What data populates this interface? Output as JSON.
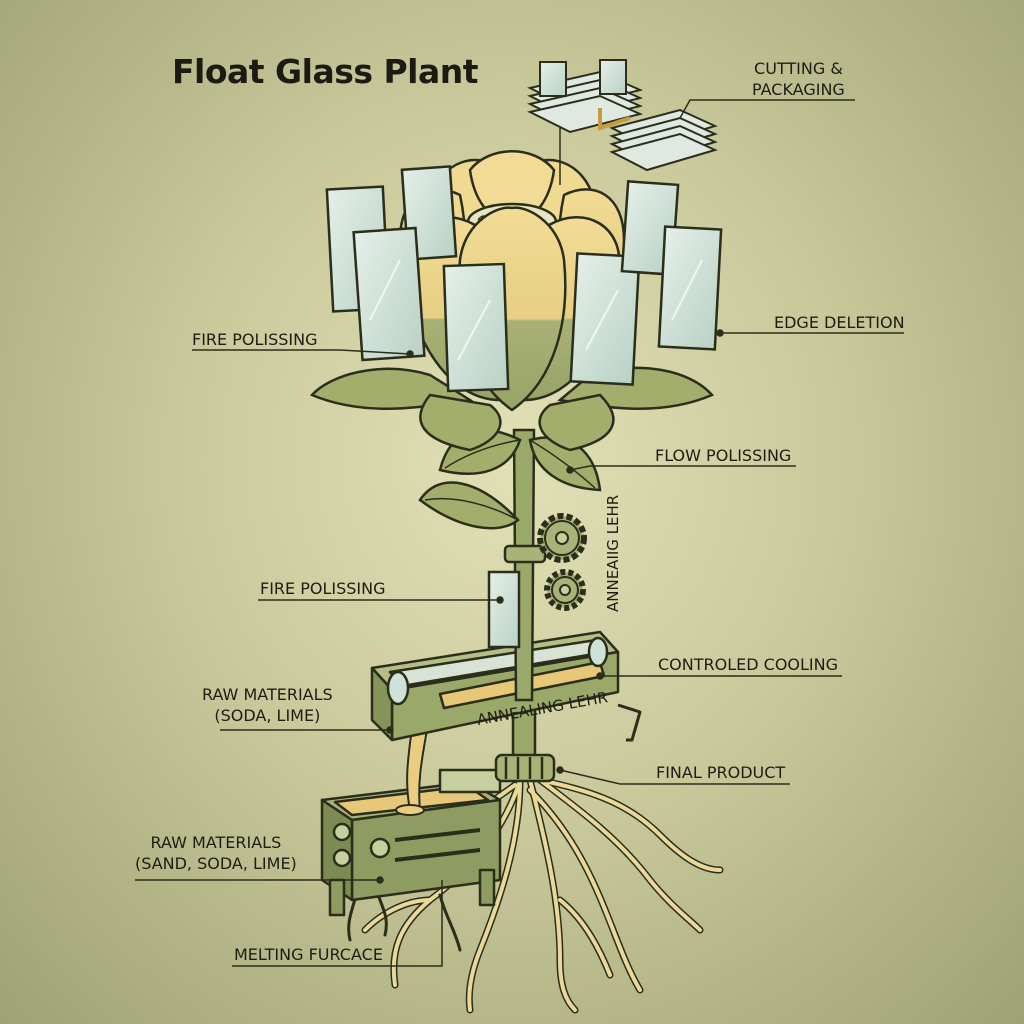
{
  "title": "Float Glass Plant",
  "labels": {
    "cutting_packaging_line1": "CUTTING &",
    "cutting_packaging_line2": "PACKAGING",
    "fire_polissing_top": "FIRE POLISSING",
    "edge_deletion": "EDGE DELETION",
    "flow_polissing": "FLOW POLISSING",
    "anneaiig_lehr": "ANNEAIIG LEHR",
    "fire_polissing_mid": "FIRE POLISSING",
    "controled_cooling": "CONTROLED COOLING",
    "raw_materials_1_line1": "RAW MATERIALS",
    "raw_materials_1_line2": "(SODA, LIME)",
    "annealing_lehr_tank": "ANNEALING LEHR",
    "final_product": "FINAL PRODUCT",
    "raw_materials_2_line1": "RAW MATERIALS",
    "raw_materials_2_line2": "(SAND, SODA, LIME)",
    "melting_furcace": "MELTING FURCACE"
  },
  "colors": {
    "petal": "#ecd68c",
    "leaf": "#a3ad6c",
    "stem": "#9aa86a",
    "glass": "#cfe2da",
    "outline": "#2a2e1a",
    "root": "#e9d89a",
    "molten": "#e8c97a"
  }
}
